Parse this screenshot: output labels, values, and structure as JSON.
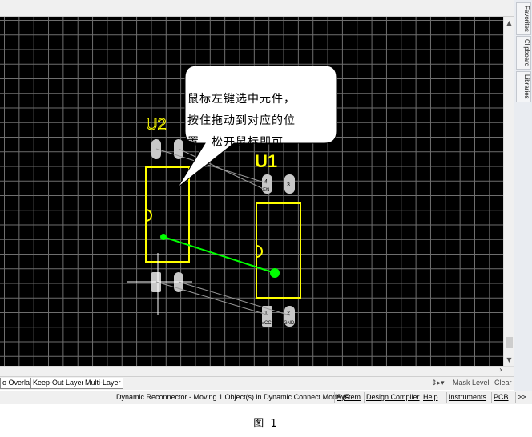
{
  "tooltip": {
    "lines": [
      "鼠标左键选中元件，",
      "按住拖动到对应的位",
      "置，松开鼠标即可"
    ]
  },
  "components": {
    "u1": {
      "designator": "U1",
      "pin_labels": [
        "4",
        "3",
        "1",
        "2"
      ],
      "net_labels": [
        "EN",
        "VCC",
        "GND"
      ]
    },
    "u2": {
      "designator": "U2"
    }
  },
  "side_panel": {
    "tabs": [
      "Favorites",
      "Clipboard",
      "Libraries"
    ]
  },
  "layer_tabs": [
    "o Overlay",
    "Keep-Out Layer",
    "Multi-Layer"
  ],
  "layer_bar_right": {
    "mask_level": "Mask Level",
    "clear": "Clear"
  },
  "status": {
    "message": "Dynamic Reconnector - Moving 1 Object(s) in Dynamic Connect Mode (F",
    "buttons": [
      "System",
      "Design Compiler",
      "Help",
      "Instruments",
      "PCB"
    ],
    "more": ">>"
  },
  "caption": "图 1",
  "colors": {
    "canvas": "#000000",
    "grid": "#6f6f6f",
    "outline": "#ffff00",
    "ratsnest": "#00ff00",
    "pad": "#c8c8c8"
  }
}
